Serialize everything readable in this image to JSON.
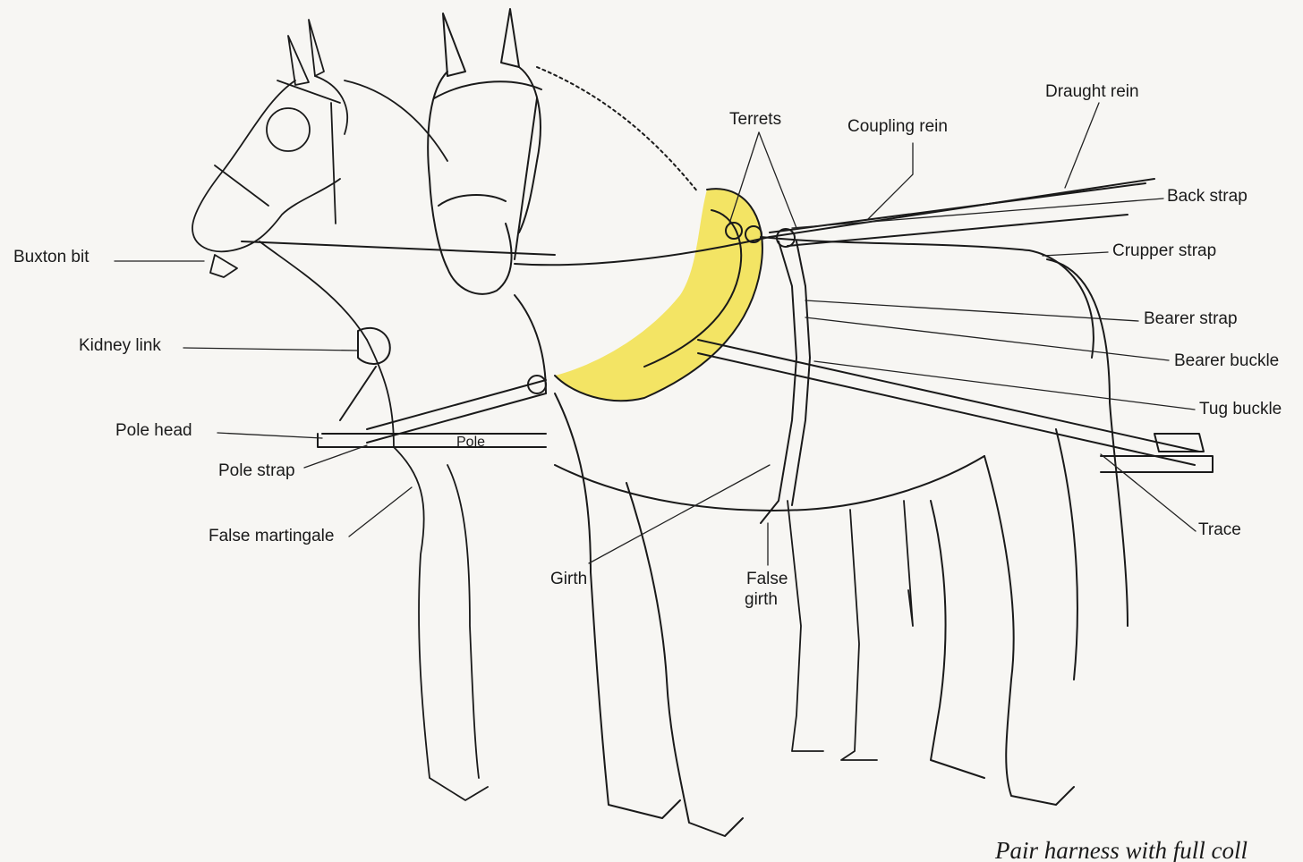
{
  "diagram": {
    "highlight_color": "#f2e04a",
    "labels": {
      "draught_rein": "Draught rein",
      "terrets": "Terrets",
      "coupling_rein": "Coupling rein",
      "back_strap": "Back strap",
      "crupper_strap": "Crupper strap",
      "buxton_bit": "Buxton bit",
      "bearer_strap": "Bearer strap",
      "bearer_buckle": "Bearer buckle",
      "kidney_link": "Kidney link",
      "tug_buckle": "Tug buckle",
      "pole_head": "Pole head",
      "pole": "Pole",
      "pole_strap": "Pole strap",
      "trace": "Trace",
      "false_martingale": "False martingale",
      "girth": "Girth",
      "false_girth_line1": "False",
      "false_girth_line2": "girth"
    },
    "caption": "Pair harness with full coll"
  }
}
